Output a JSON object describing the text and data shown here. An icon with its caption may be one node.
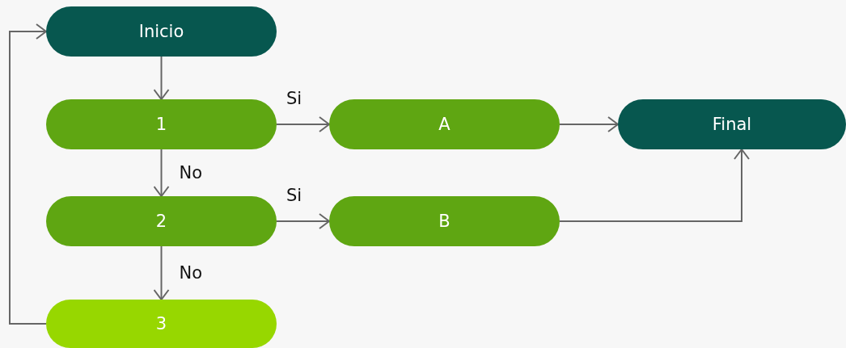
{
  "diagram": {
    "nodes": [
      {
        "text": [
          "Inicio"
        ]
      },
      {
        "text": [
          "1"
        ]
      },
      {
        "text": [
          "A"
        ]
      },
      {
        "text": [
          "Final"
        ]
      },
      {
        "text": [
          "2"
        ]
      },
      {
        "text": [
          "B"
        ]
      },
      {
        "text": [
          "3"
        ]
      }
    ],
    "edges": [
      {
        "from": 0,
        "to": 1,
        "arrow": "to"
      },
      {
        "from": 1,
        "to": 2,
        "arrow": "to",
        "label": "Si"
      },
      {
        "from": 2,
        "to": 3,
        "arrow": "to"
      },
      {
        "from": 1,
        "to": 4,
        "arrow": "to",
        "label": "No"
      },
      {
        "from": 4,
        "to": 5,
        "arrow": "to",
        "label": "Si"
      },
      {
        "from": 5,
        "to": 3,
        "arrow": "to"
      },
      {
        "from": 4,
        "to": 6,
        "arrow": "to",
        "label": "No"
      },
      {
        "from": 6,
        "to": 0,
        "arrow": "to"
      }
    ]
  }
}
